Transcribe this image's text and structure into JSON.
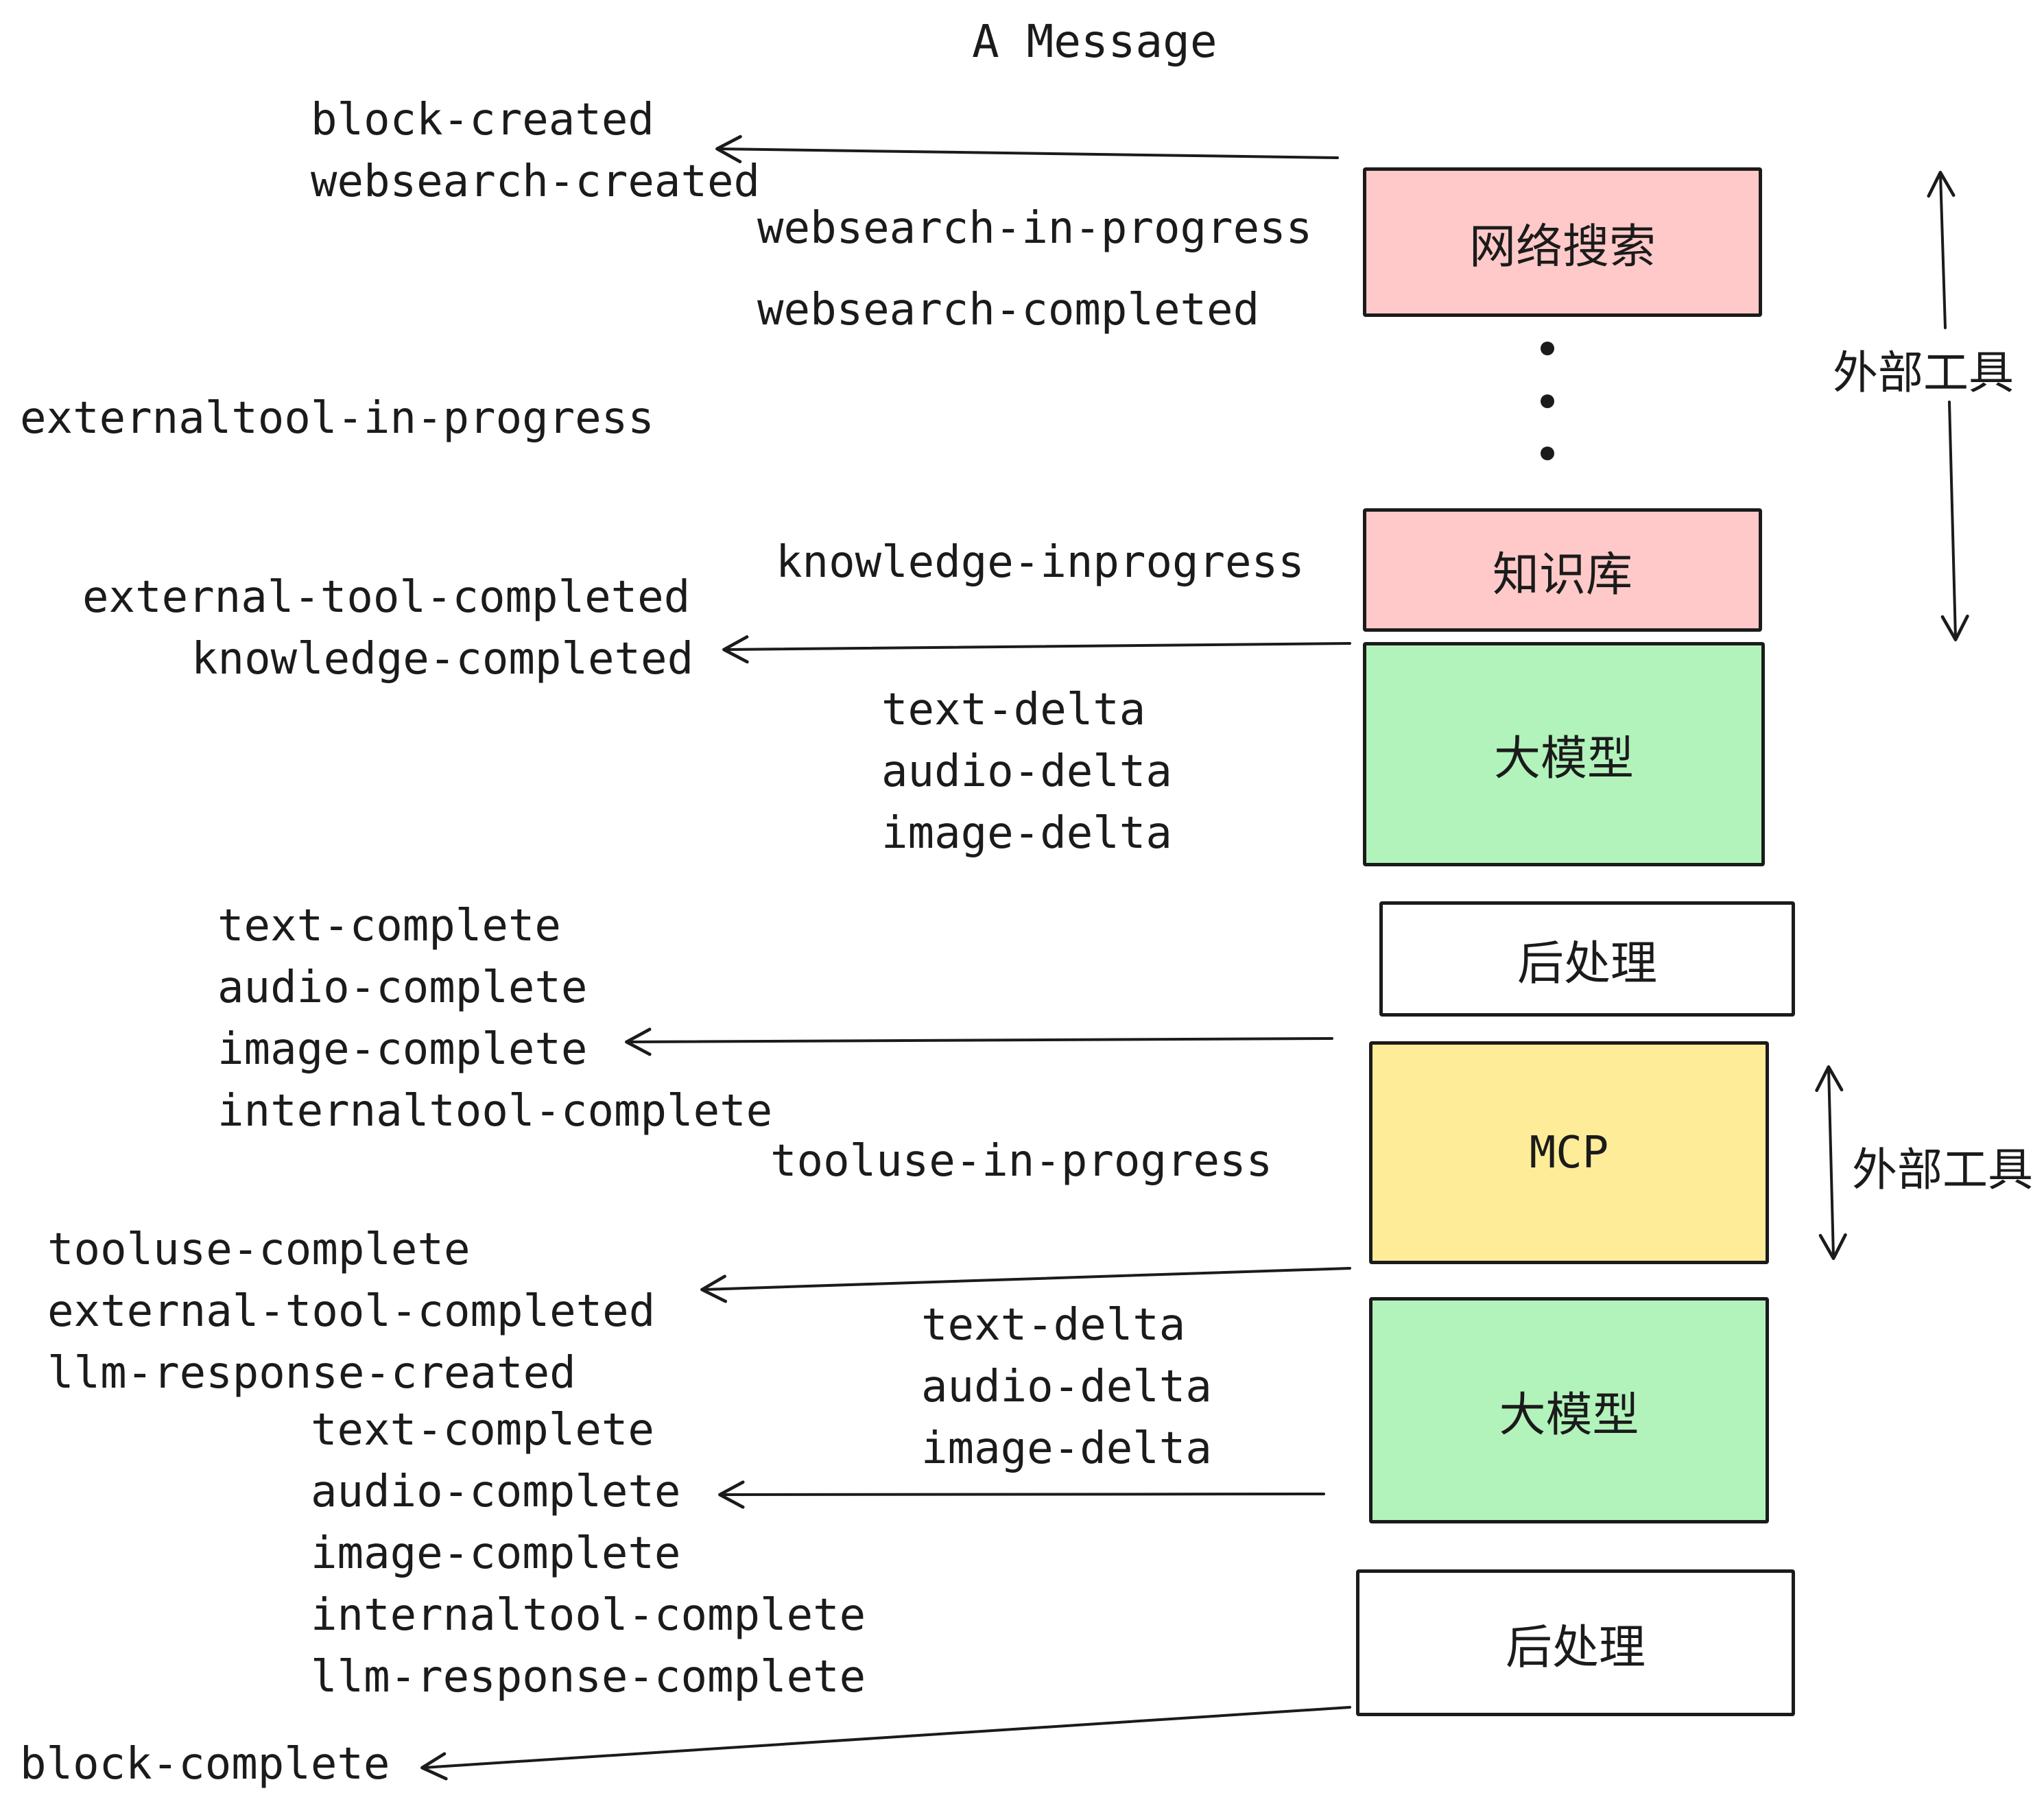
{
  "title": "A Message",
  "events": {
    "top_group": [
      "block-created",
      "websearch-created"
    ],
    "websearch_in_progress": "websearch-in-progress",
    "websearch_completed": "websearch-completed",
    "externaltool_in_progress": "externaltool-in-progress",
    "knowledge_inprogress": "knowledge-inprogress",
    "external_tool_completed": "external-tool-completed",
    "knowledge_completed": "knowledge-completed",
    "stream_deltas_1": [
      "text-delta",
      "audio-delta",
      "image-delta"
    ],
    "completes_1": [
      "text-complete",
      "audio-complete",
      "image-complete",
      "internaltool-complete"
    ],
    "tooluse_in_progress": "tooluse-in-progress",
    "tooluse_group": [
      "tooluse-complete",
      "external-tool-completed",
      "llm-response-created"
    ],
    "stream_deltas_2": [
      "text-delta",
      "audio-delta",
      "image-delta"
    ],
    "completes_2": [
      "text-complete",
      "audio-complete",
      "image-complete",
      "internaltool-complete",
      "llm-response-complete"
    ],
    "block_complete": "block-complete"
  },
  "nodes": [
    {
      "label": "网络搜索",
      "fill": "#ffc9c9"
    },
    {
      "label": "知识库",
      "fill": "#ffc9c9"
    },
    {
      "label": "大模型",
      "fill": "#b2f2bb"
    },
    {
      "label": "后处理",
      "fill": "#ffffff"
    },
    {
      "label": "MCP",
      "fill": "#ffec99"
    },
    {
      "label": "大模型",
      "fill": "#b2f2bb"
    },
    {
      "label": "后处理",
      "fill": "#ffffff"
    }
  ],
  "annotations": {
    "external_tools_top": "外部工具",
    "external_tools_bottom": "外部工具"
  },
  "colors": {
    "box_pink": "#ffc9c9",
    "box_green": "#b2f2bb",
    "box_yellow": "#ffec99",
    "box_white": "#ffffff",
    "stroke": "#1b1b1b"
  }
}
